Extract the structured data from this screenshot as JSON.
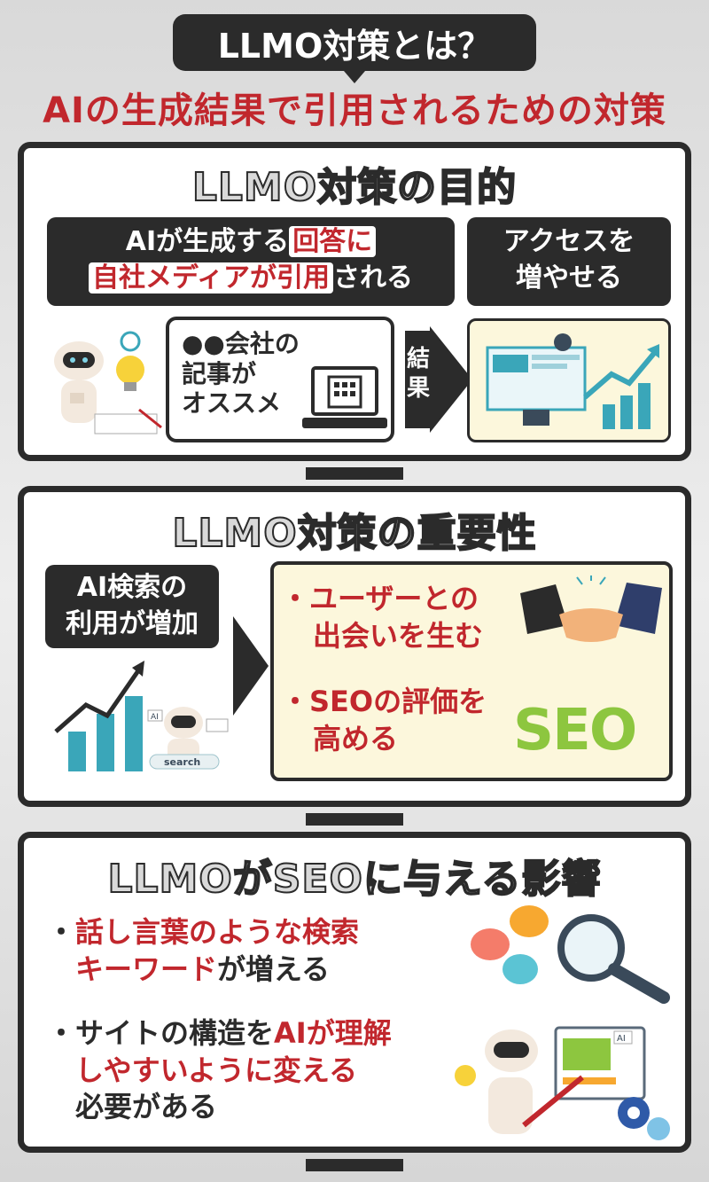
{
  "header": {
    "title": "LLMO対策とは？",
    "subtitle": "AIの生成結果で引用されるための対策"
  },
  "section1": {
    "heading": "LLMO対策の目的",
    "left_box": {
      "line1_plain": "AIが生成する",
      "line1_red": "回答に",
      "line2_red": "自社メディアが引用",
      "line2_plain": "される"
    },
    "right_box": {
      "line1": "アクセスを",
      "line2": "増やせる"
    },
    "bubble": {
      "line1": "●●会社の",
      "line2": "記事が",
      "line3": "オススメ"
    },
    "result_label": {
      "char1": "結",
      "char2": "果"
    }
  },
  "section2": {
    "heading": "LLMO対策の重要性",
    "left_box": {
      "line1": "AI検索の",
      "line2": "利用が増加"
    },
    "bullets": [
      {
        "line1": "・ユーザーとの",
        "line2": "出会いを生む"
      },
      {
        "line1": "・SEOの評価を",
        "line2": "高める"
      }
    ],
    "seo_logo": "SEO",
    "search_label": "search",
    "ai_tag": "AI"
  },
  "section3": {
    "heading": "LLMOがSEOに与える影響",
    "bullets": [
      {
        "dot": "・",
        "red1": "話し言葉のような検索",
        "red2": "キーワード",
        "plain2": "が増える"
      },
      {
        "dot": "・",
        "plain1": "サイトの構造を",
        "red1": "AIが理解",
        "red2": "しやすいように変える",
        "plain3": "必要がある"
      }
    ],
    "ai_tag": "AI"
  },
  "colors": {
    "accent_red": "#c1272d",
    "dark": "#2b2b2b",
    "cream": "#fcf7dc",
    "teal": "#3aa6b9"
  }
}
